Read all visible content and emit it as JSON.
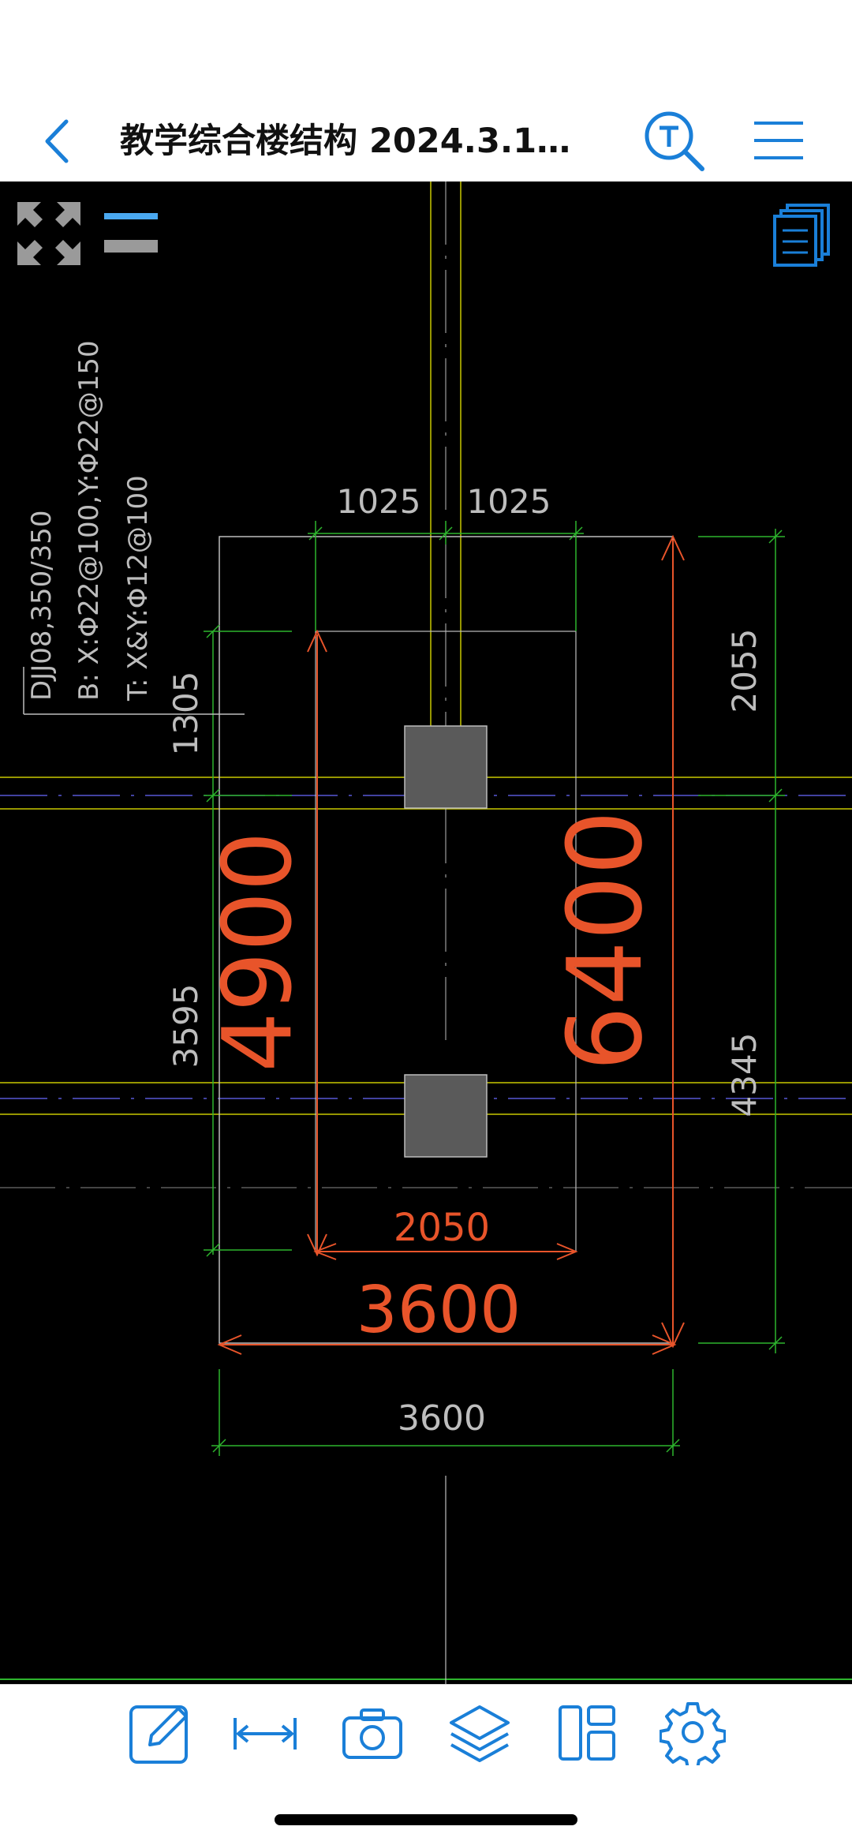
{
  "nav": {
    "title": "教学综合楼结构 2024.3.19…",
    "back_icon": "chevron-left-icon",
    "text_search_icon": "text-search-icon",
    "menu_icon": "hamburger-menu-icon"
  },
  "drawing": {
    "label_line1": "DJJ08,350/350",
    "label_line2": "B: X:Φ22@100,Y:Φ22@150",
    "label_line3": "T: X&Y:Φ12@100",
    "dim_top_left": "1025",
    "dim_top_right": "1025",
    "dim_left_upper": "1305",
    "dim_left_lower": "3595",
    "dim_right_upper": "2055",
    "dim_right_lower": "4345",
    "dim_inner_width": "2050",
    "dim_measure_width": "3600",
    "dim_measure_height_left": "4900",
    "dim_measure_height_right": "6400",
    "dim_bottom_width": "3600"
  },
  "colors": {
    "accent": "#1a7fd8",
    "cad_green": "#2db52d",
    "cad_orange": "#e8542a",
    "cad_yellow": "#c8c800",
    "cad_gray": "#bdbdbd"
  },
  "toolbar": {
    "items": [
      {
        "name": "edit-annotate-icon"
      },
      {
        "name": "measure-distance-icon"
      },
      {
        "name": "camera-icon"
      },
      {
        "name": "layers-icon"
      },
      {
        "name": "layout-panel-icon"
      },
      {
        "name": "settings-gear-icon"
      }
    ]
  }
}
